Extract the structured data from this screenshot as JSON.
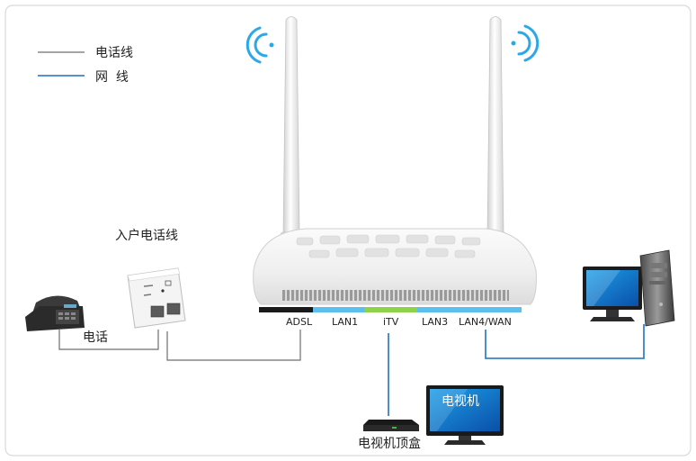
{
  "legend": {
    "phone_line": "电话线",
    "network_line": "网  线"
  },
  "labels": {
    "incoming_line": "入户电话线",
    "telephone": "电话",
    "stb": "电视机顶盒",
    "tv": "电视机"
  },
  "ports": [
    {
      "label": "ADSL",
      "color": "#1a1a1a"
    },
    {
      "label": "LAN1",
      "color": "#5bc0f0"
    },
    {
      "label": "iTV",
      "color": "#8ed14a"
    },
    {
      "label": "LAN3",
      "color": "#5bc0f0"
    },
    {
      "label": "LAN4/WAN",
      "color": "#5bc0f0"
    }
  ],
  "colors": {
    "phone_line": "#6d6d6d",
    "network_line": "#3a82c8",
    "frame": "#d9d9d9"
  }
}
